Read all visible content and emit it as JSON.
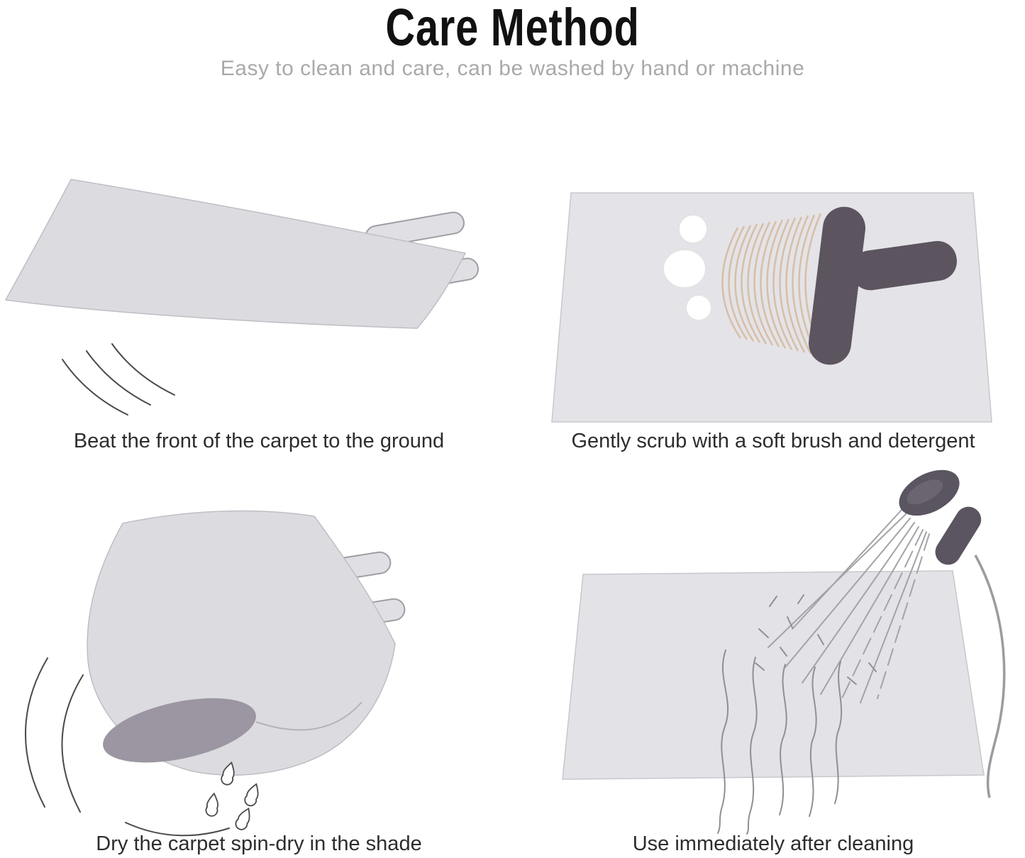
{
  "header": {
    "title": "Care Method",
    "subtitle": "Easy to clean and care, can be washed by hand or machine"
  },
  "steps": [
    {
      "id": "beat",
      "icon": "carpet-beat-illustration",
      "caption": "Beat the front of the carpet to the ground"
    },
    {
      "id": "scrub",
      "icon": "brush-scrub-illustration",
      "caption": "Gently scrub with a soft brush and detergent"
    },
    {
      "id": "dry",
      "icon": "carpet-spin-dry-illustration",
      "caption": "Dry the carpet spin-dry in the shade"
    },
    {
      "id": "rinse",
      "icon": "shower-rinse-illustration",
      "caption": "Use immediately after cleaning"
    }
  ],
  "colors": {
    "carpet_light": "#dcdbe0",
    "carpet_pale": "#e3e2e6",
    "roll_shadow": "#9b96a1",
    "brush_dark": "#5c5560",
    "bristle_tan": "#d6bfa6",
    "line_dark": "#4a4a4a",
    "line_soft": "#8f8f95",
    "subtitle_gray": "#a9a9a9",
    "caption_dark": "#2d2d2d"
  }
}
